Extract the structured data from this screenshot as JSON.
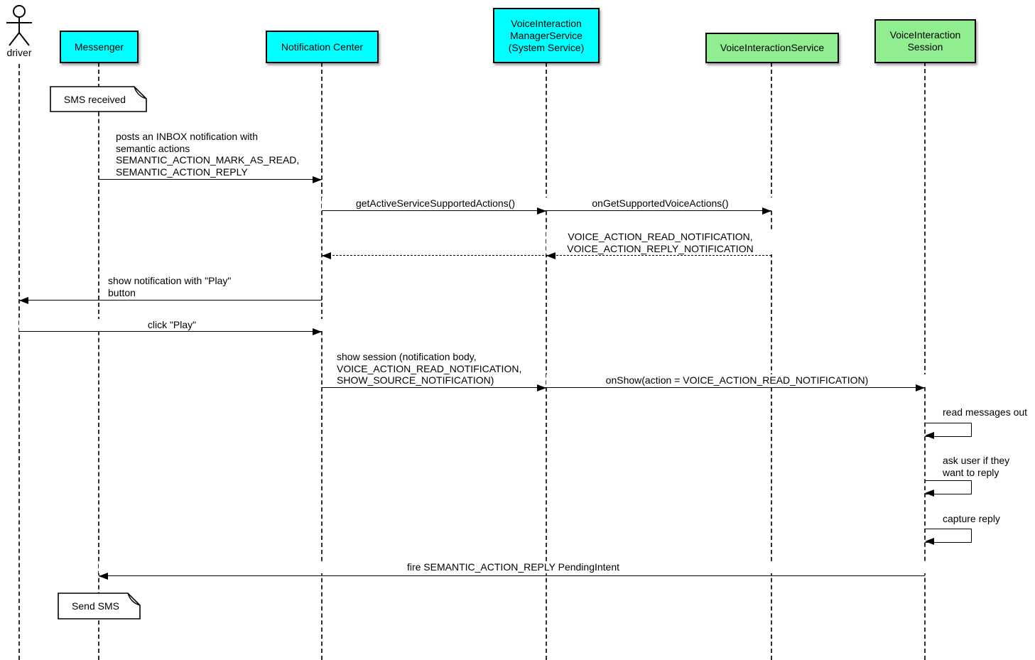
{
  "actor": {
    "label": "driver"
  },
  "participants": [
    {
      "label": "Messenger",
      "color": "#00FFFF"
    },
    {
      "label": "Notification Center",
      "color": "#00FFFF"
    },
    {
      "label": "VoiceInteraction\nManagerService\n(System Service)",
      "color": "#00FFFF"
    },
    {
      "label": "VoiceInteractionService",
      "color": "#90EE90"
    },
    {
      "label": "VoiceInteraction\nSession",
      "color": "#90EE90"
    }
  ],
  "notes": [
    {
      "text": "SMS received"
    },
    {
      "text": "Send SMS"
    }
  ],
  "messages": {
    "m1": {
      "label": "posts an INBOX notification with\nsemantic actions\nSEMANTIC_ACTION_MARK_AS_READ,\nSEMANTIC_ACTION_REPLY",
      "from": "Messenger",
      "to": "Notification Center",
      "type": "solid"
    },
    "m2": {
      "label": "getActiveServiceSupportedActions()",
      "from": "Notification Center",
      "to": "VoiceInteractionManagerService",
      "type": "solid"
    },
    "m3": {
      "label": "onGetSupportedVoiceActions()",
      "from": "VoiceInteractionManagerService",
      "to": "VoiceInteractionService",
      "type": "solid"
    },
    "m4": {
      "label": "VOICE_ACTION_READ_NOTIFICATION,\nVOICE_ACTION_REPLY_NOTIFICATION",
      "from": "VoiceInteractionService",
      "to": "Notification Center",
      "type": "dashed-return"
    },
    "m5": {
      "label": "show notification with \"Play\"\nbutton",
      "from": "Notification Center",
      "to": "driver",
      "type": "solid"
    },
    "m6": {
      "label": "click \"Play\"",
      "from": "driver",
      "to": "Notification Center",
      "type": "solid"
    },
    "m7": {
      "label": "show session (notification body,\nVOICE_ACTION_READ_NOTIFICATION,\nSHOW_SOURCE_NOTIFICATION)",
      "from": "Notification Center",
      "to": "VoiceInteractionManagerService",
      "type": "solid"
    },
    "m8": {
      "label": "onShow(action = VOICE_ACTION_READ_NOTIFICATION)",
      "from": "VoiceInteractionManagerService",
      "to": "VoiceInteractionSession",
      "type": "solid"
    },
    "m9": {
      "label": "read messages out",
      "from": "VoiceInteractionSession",
      "to": "VoiceInteractionSession",
      "type": "self"
    },
    "m10": {
      "label": "ask user if they\nwant to reply",
      "from": "VoiceInteractionSession",
      "to": "VoiceInteractionSession",
      "type": "self"
    },
    "m11": {
      "label": "capture reply",
      "from": "VoiceInteractionSession",
      "to": "VoiceInteractionSession",
      "type": "self"
    },
    "m12": {
      "label": "fire SEMANTIC_ACTION_REPLY PendingIntent",
      "from": "VoiceInteractionSession",
      "to": "Messenger",
      "type": "solid"
    }
  },
  "colors": {
    "participant_cyan": "#00FFFF",
    "participant_green": "#90EE90",
    "note_background": "#FFFFFF",
    "line": "#000000",
    "background": "#FFFFFF"
  }
}
